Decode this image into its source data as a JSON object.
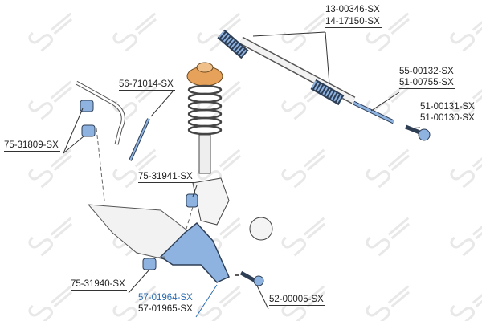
{
  "watermark": "STELLOX",
  "colors": {
    "part_blue": "#8fb3e0",
    "part_dark": "#2d3e55",
    "mount_orange": "#e6a15a",
    "highlight_label": "#2b6cb0"
  },
  "labels": {
    "steering_boot_1": "13-00346-SX",
    "steering_boot_2": "14-17150-SX",
    "inner_tie_rod_1": "55-00132-SX",
    "inner_tie_rod_2": "51-00755-SX",
    "tie_rod_end_1": "51-00131-SX",
    "tie_rod_end_2": "51-00130-SX",
    "stabilizer_link": "56-71014-SX",
    "stabilizer_bushing": "75-31809-SX",
    "arm_bushing_rear": "75-31941-SX",
    "arm_bushing_front": "75-31940-SX",
    "control_arm_1": "57-01964-SX",
    "control_arm_2": "57-01965-SX",
    "ball_joint": "52-00005-SX"
  }
}
